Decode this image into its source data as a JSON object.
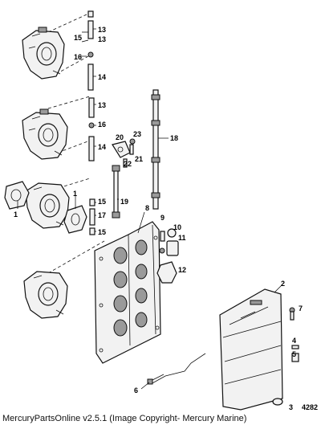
{
  "diagram": {
    "figure_number": "4282",
    "callouts": [
      "1",
      "1",
      "2",
      "3",
      "4",
      "5",
      "6",
      "7",
      "8",
      "9",
      "10",
      "11",
      "12",
      "13",
      "13",
      "14",
      "14",
      "14",
      "15",
      "15",
      "15",
      "16",
      "16",
      "17",
      "18",
      "19",
      "20",
      "21",
      "22",
      "23"
    ]
  },
  "footer": {
    "caption": "MercuryPartsOnline v2.5.1 (Image Copyright- Mercury Marine)"
  }
}
